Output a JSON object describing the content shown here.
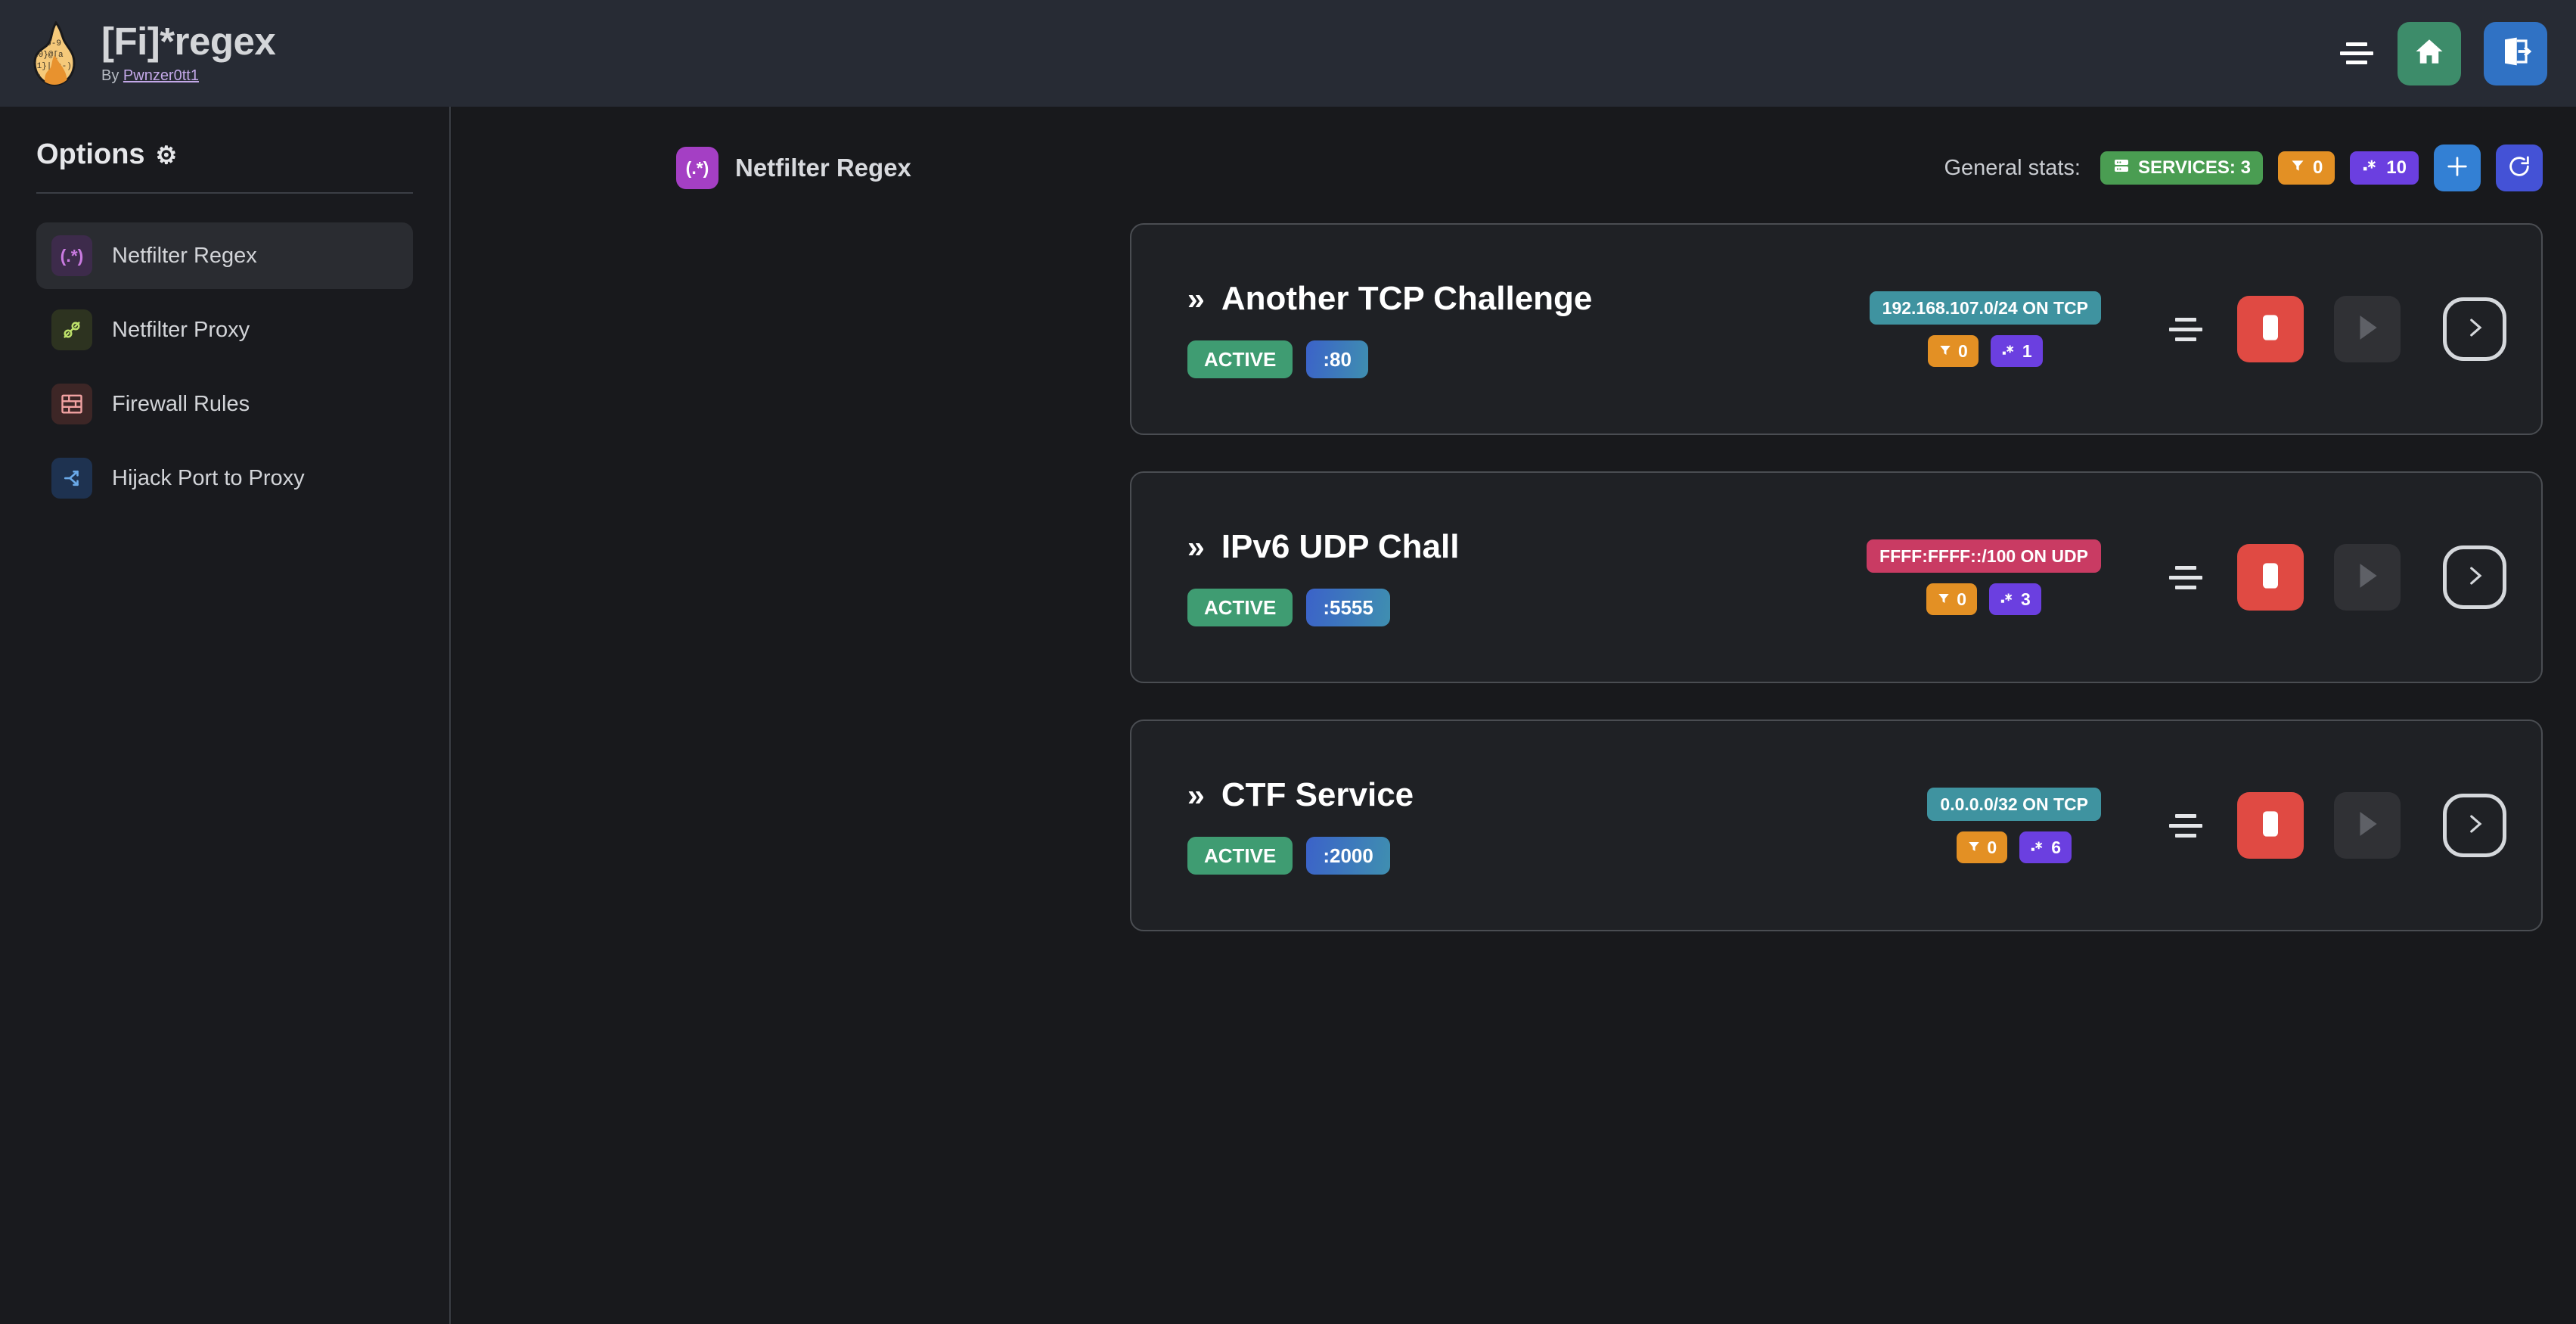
{
  "header": {
    "title": "[Fi]*regex",
    "byline_prefix": "By ",
    "author": "Pwnzer0tt1",
    "logo_icon": "flame-regex-logo",
    "menu_icon": "menu-icon",
    "home_icon": "home-icon",
    "logout_icon": "logout-icon",
    "home_color": "#3d8c6a",
    "logout_color": "#3072c4"
  },
  "sidebar": {
    "title": "Options",
    "gear_icon": "⚙",
    "items": [
      {
        "label": "Netfilter Regex",
        "icon": "regex-icon",
        "glyph": "(.*)",
        "active": true
      },
      {
        "label": "Netfilter Proxy",
        "icon": "plug-icon",
        "glyph": "",
        "active": false
      },
      {
        "label": "Firewall Rules",
        "icon": "brick-wall-icon",
        "glyph": "",
        "active": false
      },
      {
        "label": "Hijack Port to Proxy",
        "icon": "route-fork-icon",
        "glyph": "",
        "active": false
      }
    ]
  },
  "main": {
    "page_icon": "regex-icon",
    "page_icon_glyph": "(.*)",
    "page_title": "Netfilter Regex",
    "stats_label": "General stats:",
    "stats": {
      "services_icon": "server-icon",
      "services_text": "SERVICES: 3",
      "filters_icon": "filter-icon",
      "filters_count": "0",
      "regexes_icon": "regex-dot-star-icon",
      "regexes_count": "10"
    },
    "add_button_icon": "plus-icon",
    "refresh_button_icon": "refresh-icon",
    "services": [
      {
        "chevron": "»",
        "name": "Another TCP Challenge",
        "status": "ACTIVE",
        "port": ":80",
        "network": "192.168.107.0/24 ON TCP",
        "network_kind": "tcp",
        "filters": "0",
        "regexes": "1",
        "menu_icon": "lines-icon",
        "stop_icon": "stop-icon",
        "play_icon": "play-icon",
        "details_icon": "chevron-right-icon"
      },
      {
        "chevron": "»",
        "name": "IPv6 UDP Chall",
        "status": "ACTIVE",
        "port": ":5555",
        "network": "FFFF:FFFF::/100 ON UDP",
        "network_kind": "udp",
        "filters": "0",
        "regexes": "3",
        "menu_icon": "lines-icon",
        "stop_icon": "stop-icon",
        "play_icon": "play-icon",
        "details_icon": "chevron-right-icon"
      },
      {
        "chevron": "»",
        "name": "CTF Service",
        "status": "ACTIVE",
        "port": ":2000",
        "network": "0.0.0.0/32 ON TCP",
        "network_kind": "tcp",
        "filters": "0",
        "regexes": "6",
        "menu_icon": "lines-icon",
        "stop_icon": "stop-icon",
        "play_icon": "play-icon",
        "details_icon": "chevron-right-icon"
      }
    ]
  },
  "colors": {
    "topbar": "#272b34",
    "page_bg": "#18191c",
    "card_bg": "#1f2125",
    "card_border": "#4a4d52",
    "active_green": "#3f9c72",
    "stop_red": "#e04a43",
    "filter_orange": "#e39024",
    "regex_purple": "#6b3fe0",
    "tcp_teal": "#3f93a0",
    "udp_pink": "#c93b63",
    "services_green": "#4a9d52"
  }
}
